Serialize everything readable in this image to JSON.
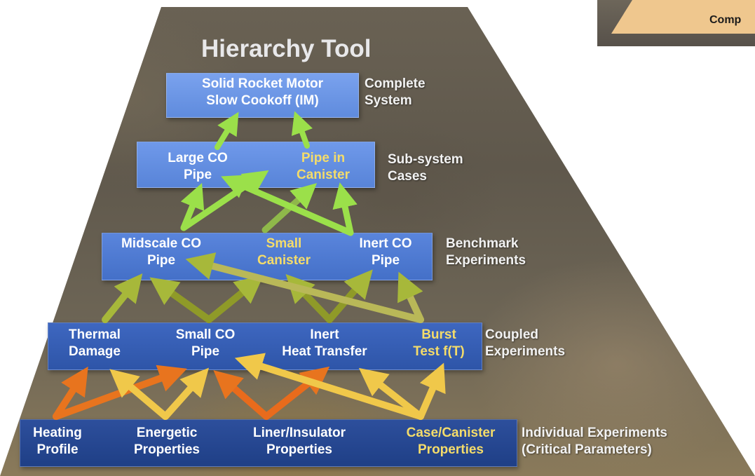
{
  "title": "Hierarchy Tool",
  "inset": {
    "text": "Comp"
  },
  "levels": {
    "complete_system": {
      "nodes": [
        {
          "line1": "Solid Rocket Motor",
          "line2": "Slow Cookoff (IM)"
        }
      ],
      "side": {
        "line1": "Complete",
        "line2": "System"
      }
    },
    "subsystem": {
      "nodes": [
        {
          "line1": "Large CO",
          "line2": "Pipe"
        },
        {
          "line1": "Pipe in",
          "line2": "Canister"
        }
      ],
      "side": {
        "line1": "Sub-system",
        "line2": "Cases"
      }
    },
    "benchmark": {
      "nodes": [
        {
          "line1": "Midscale CO",
          "line2": "Pipe"
        },
        {
          "line1": "Small",
          "line2": "Canister"
        },
        {
          "line1": "Inert CO",
          "line2": "Pipe"
        }
      ],
      "side": {
        "line1": "Benchmark",
        "line2": "Experiments"
      }
    },
    "coupled": {
      "nodes": [
        {
          "line1": "Thermal",
          "line2": "Damage"
        },
        {
          "line1": "Small CO",
          "line2": "Pipe"
        },
        {
          "line1": "Inert",
          "line2": "Heat Transfer"
        },
        {
          "line1": "Burst",
          "line2": "Test f(T)"
        }
      ],
      "side": {
        "line1": "Coupled",
        "line2": "Experiments"
      }
    },
    "individual": {
      "nodes": [
        {
          "line1": "Heating",
          "line2": "Profile"
        },
        {
          "line1": "Energetic",
          "line2": "Properties"
        },
        {
          "line1": "Liner/Insulator",
          "line2": "Properties"
        },
        {
          "line1": "Case/Canister",
          "line2": "Properties"
        }
      ],
      "side": {
        "line1": "Individual Experiments",
        "line2": "(Critical Parameters)"
      }
    }
  },
  "colors": {
    "arrow_green": "#9be04a",
    "arrow_olive": "#a7b83a",
    "arrow_yellow": "#f0c84a",
    "arrow_orange": "#e8741e",
    "node_text": "#ffffff",
    "highlight_text": "#f4dc6a"
  }
}
